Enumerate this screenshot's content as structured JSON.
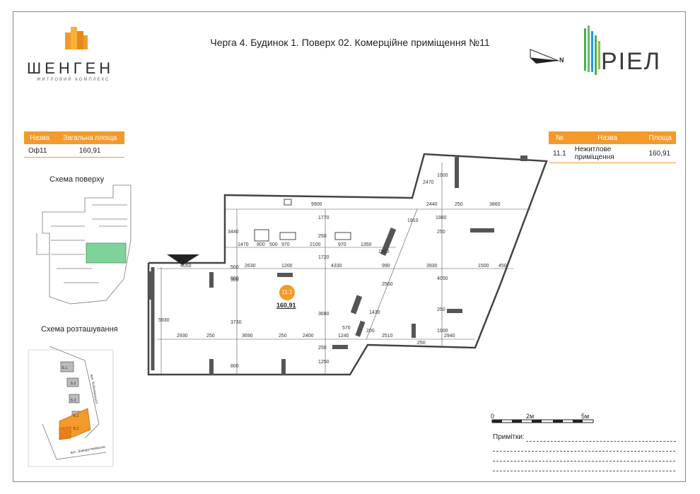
{
  "header": {
    "title": "Черга 4. Будинок 1. Поверх 02. Комерційне приміщення №11",
    "brand_left": "ШЕНГЕН",
    "brand_left_sub": "ЖИТЛОВИЙ КОМПЛЕКС",
    "brand_right": "РІЕЛ",
    "north_label": "N"
  },
  "colors": {
    "accent": "#f39a2b",
    "green": "#7ed39a",
    "wall": "#555555"
  },
  "left_table": {
    "headers": [
      "Назва",
      "Загальна площа"
    ],
    "row": [
      "Оф11",
      "160,91"
    ]
  },
  "right_table": {
    "headers": [
      "№",
      "Назва",
      "Площа"
    ],
    "row": [
      "11.1",
      "Нежитлове приміщення",
      "160,91"
    ]
  },
  "schemes": {
    "floor": "Схема поверху",
    "location": "Схема розташування",
    "streets": [
      "вул. Кобилянської",
      "вул. Замарстинівська"
    ],
    "blocks": [
      "Б.1",
      "Б.2",
      "Б.3",
      "Б.1",
      "Б.1"
    ]
  },
  "room": {
    "id": "11.1",
    "area": "160,91"
  },
  "dimensions": {
    "top_row": [
      "9900",
      "2440",
      "250",
      "3860",
      "2470",
      "1900"
    ],
    "row2": [
      "1470",
      "800",
      "500",
      "970",
      "2100",
      "970",
      "1350",
      "1770",
      "3440",
      "250",
      "1980",
      "1910",
      "1720",
      "250"
    ],
    "mid_row": [
      "4050",
      "2630",
      "1200",
      "4330",
      "990",
      "3930",
      "1500",
      "450",
      "900",
      "500"
    ],
    "verticals": [
      "5930",
      "3730",
      "3680",
      "1500",
      "2560",
      "1430",
      "4050",
      "250",
      "1900",
      "900",
      "800",
      "1250",
      "200",
      "250"
    ],
    "bottom_row": [
      "2930",
      "250",
      "3690",
      "250",
      "2400",
      "570",
      "1240",
      "2510",
      "250",
      "2940"
    ]
  },
  "scale": {
    "labels": [
      "0",
      "2м",
      "5м"
    ]
  },
  "notes_label": "Примітки:"
}
